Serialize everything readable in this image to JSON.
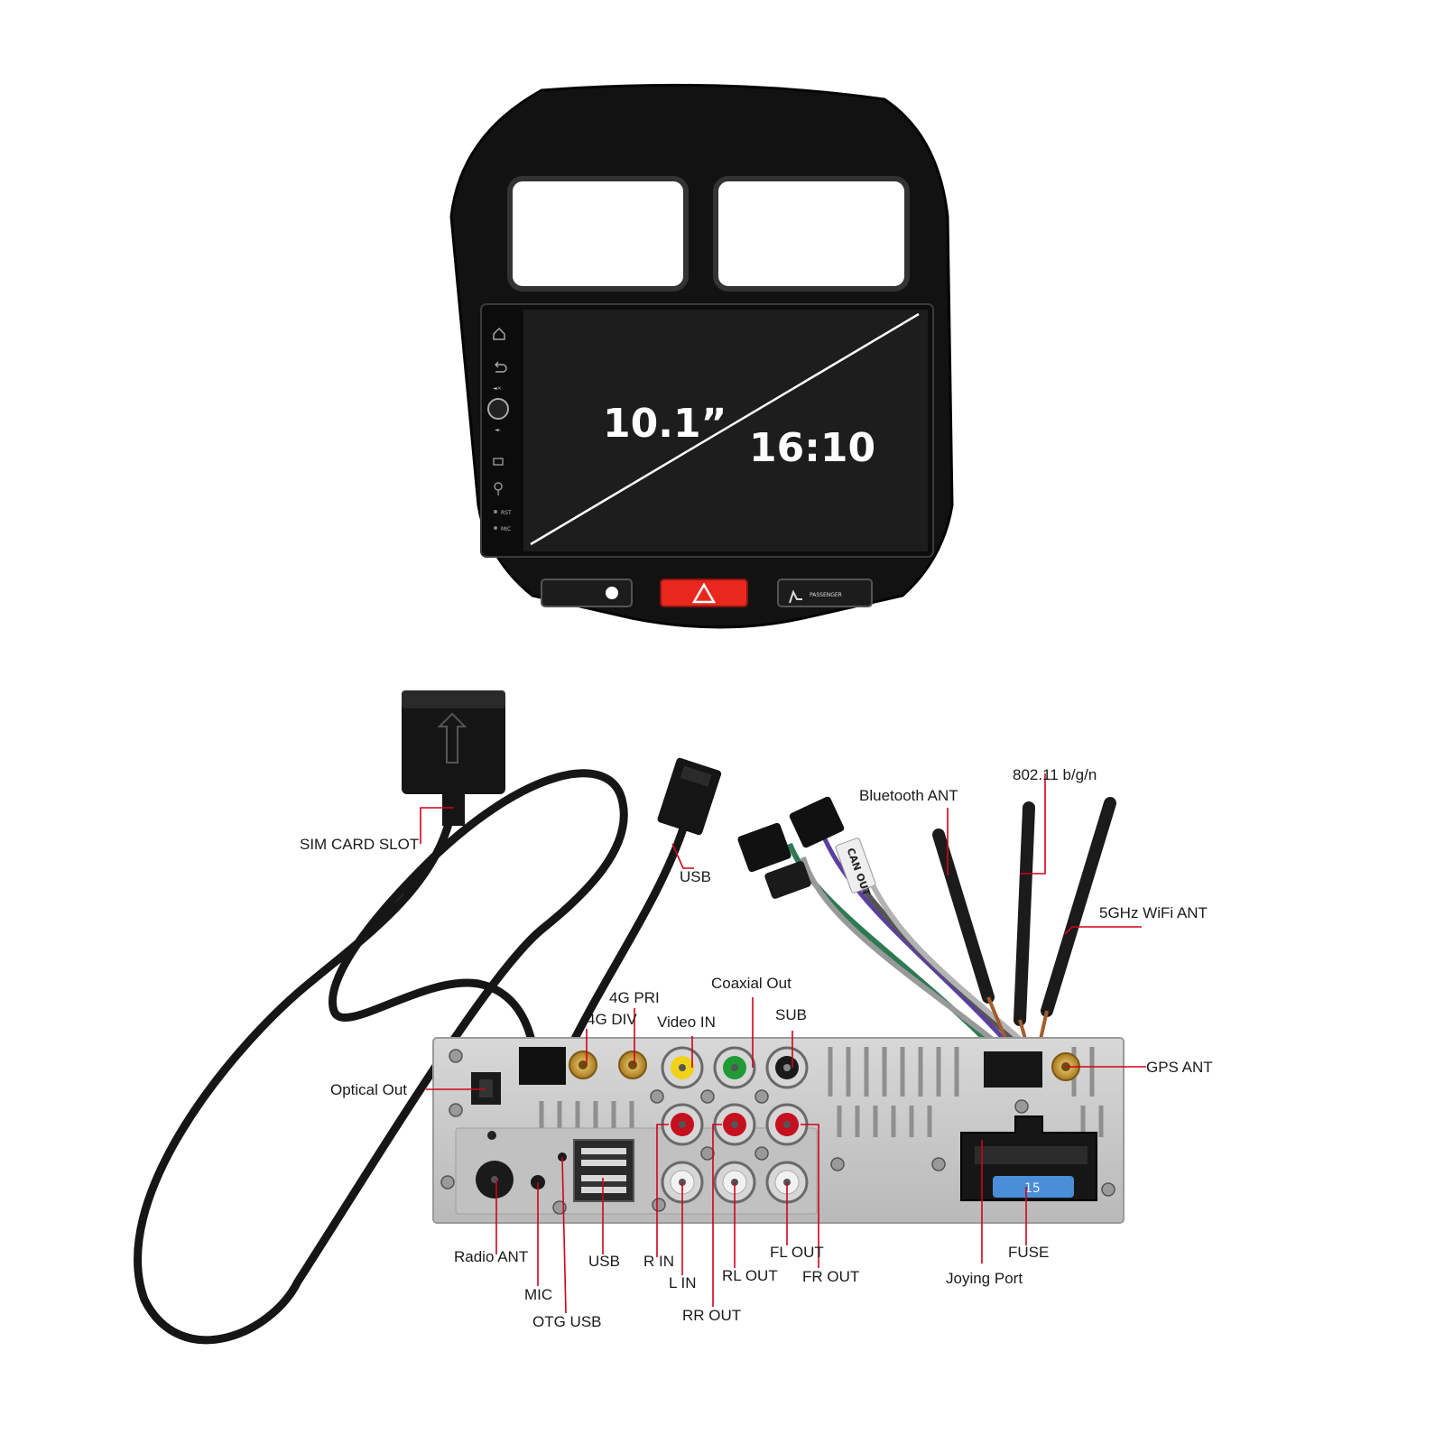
{
  "screen": {
    "size_label": "10.1”",
    "ratio_label": "16:10",
    "side_buttons": {
      "rst": "RST",
      "mic": "MIC"
    },
    "passenger_label": "PASSENGER"
  },
  "labels": {
    "sim_card_slot": "SIM CARD SLOT",
    "usb_top": "USB",
    "bluetooth_ant": "Bluetooth ANT",
    "wifi_80211": "802.11 b/g/n",
    "wifi_5ghz": "5GHz WiFi ANT",
    "coaxial_out": "Coaxial Out",
    "g4_pri": "4G PRI",
    "g4_div": "4G DIV",
    "video_in": "Video IN",
    "sub": "SUB",
    "gps_ant": "GPS ANT",
    "optical_out": "Optical Out",
    "radio_ant": "Radio ANT",
    "mic": "MIC",
    "otg_usb": "OTG USB",
    "usb_bottom": "USB",
    "r_in": "R IN",
    "l_in": "L IN",
    "rr_out": "RR OUT",
    "rl_out": "RL OUT",
    "fl_out": "FL OUT",
    "fr_out": "FR OUT",
    "joying_port": "Joying Port",
    "fuse": "FUSE",
    "can_out": "CAN OUT",
    "fuse_value": "15"
  },
  "colors": {
    "bezel": "#111111",
    "screen": "#1d1d1d",
    "hazard": "#e8271d",
    "callout": "#d0021b",
    "chassis": "#c9c9c9",
    "rca_red": "#c4101f",
    "rca_yellow": "#f1d21a",
    "rca_green": "#1f9a35",
    "rca_white": "#f2f2f2",
    "gold": "#c79a2e",
    "fuse_blue": "#4a8ed8"
  }
}
